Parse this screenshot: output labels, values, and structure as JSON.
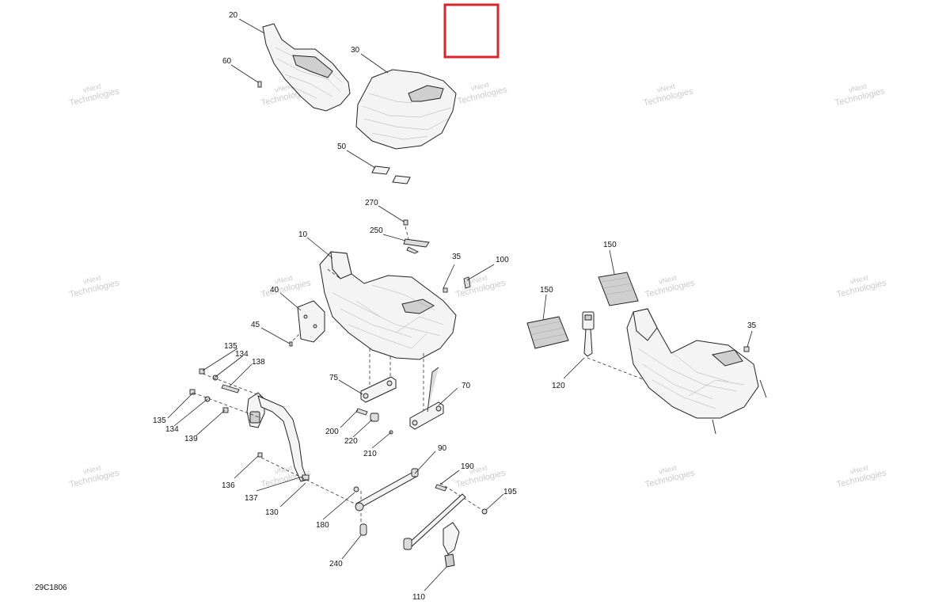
{
  "diagram": {
    "id": "29C1806",
    "watermark": {
      "line1": "vNext",
      "line2": "Technologies",
      "full": "vNext Technologies"
    },
    "highlight_color": "#d9262c",
    "labels": {
      "p20": "20",
      "p60": "60",
      "p30": "30",
      "p50": "50",
      "p270": "270",
      "p250": "250",
      "p10": "10",
      "p35a": "35",
      "p100": "100",
      "p40": "40",
      "p45": "45",
      "p135a": "135",
      "p134a": "134",
      "p138": "138",
      "p135b": "135",
      "p134b": "134",
      "p139": "139",
      "p75": "75",
      "p70": "70",
      "p200": "200",
      "p220": "220",
      "p210": "210",
      "p90": "90",
      "p190": "190",
      "p180": "180",
      "p195": "195",
      "p136": "136",
      "p137": "137",
      "p130": "130",
      "p240": "240",
      "p110": "110",
      "p150a": "150",
      "p150b": "150",
      "p120": "120",
      "p35b": "35"
    }
  }
}
